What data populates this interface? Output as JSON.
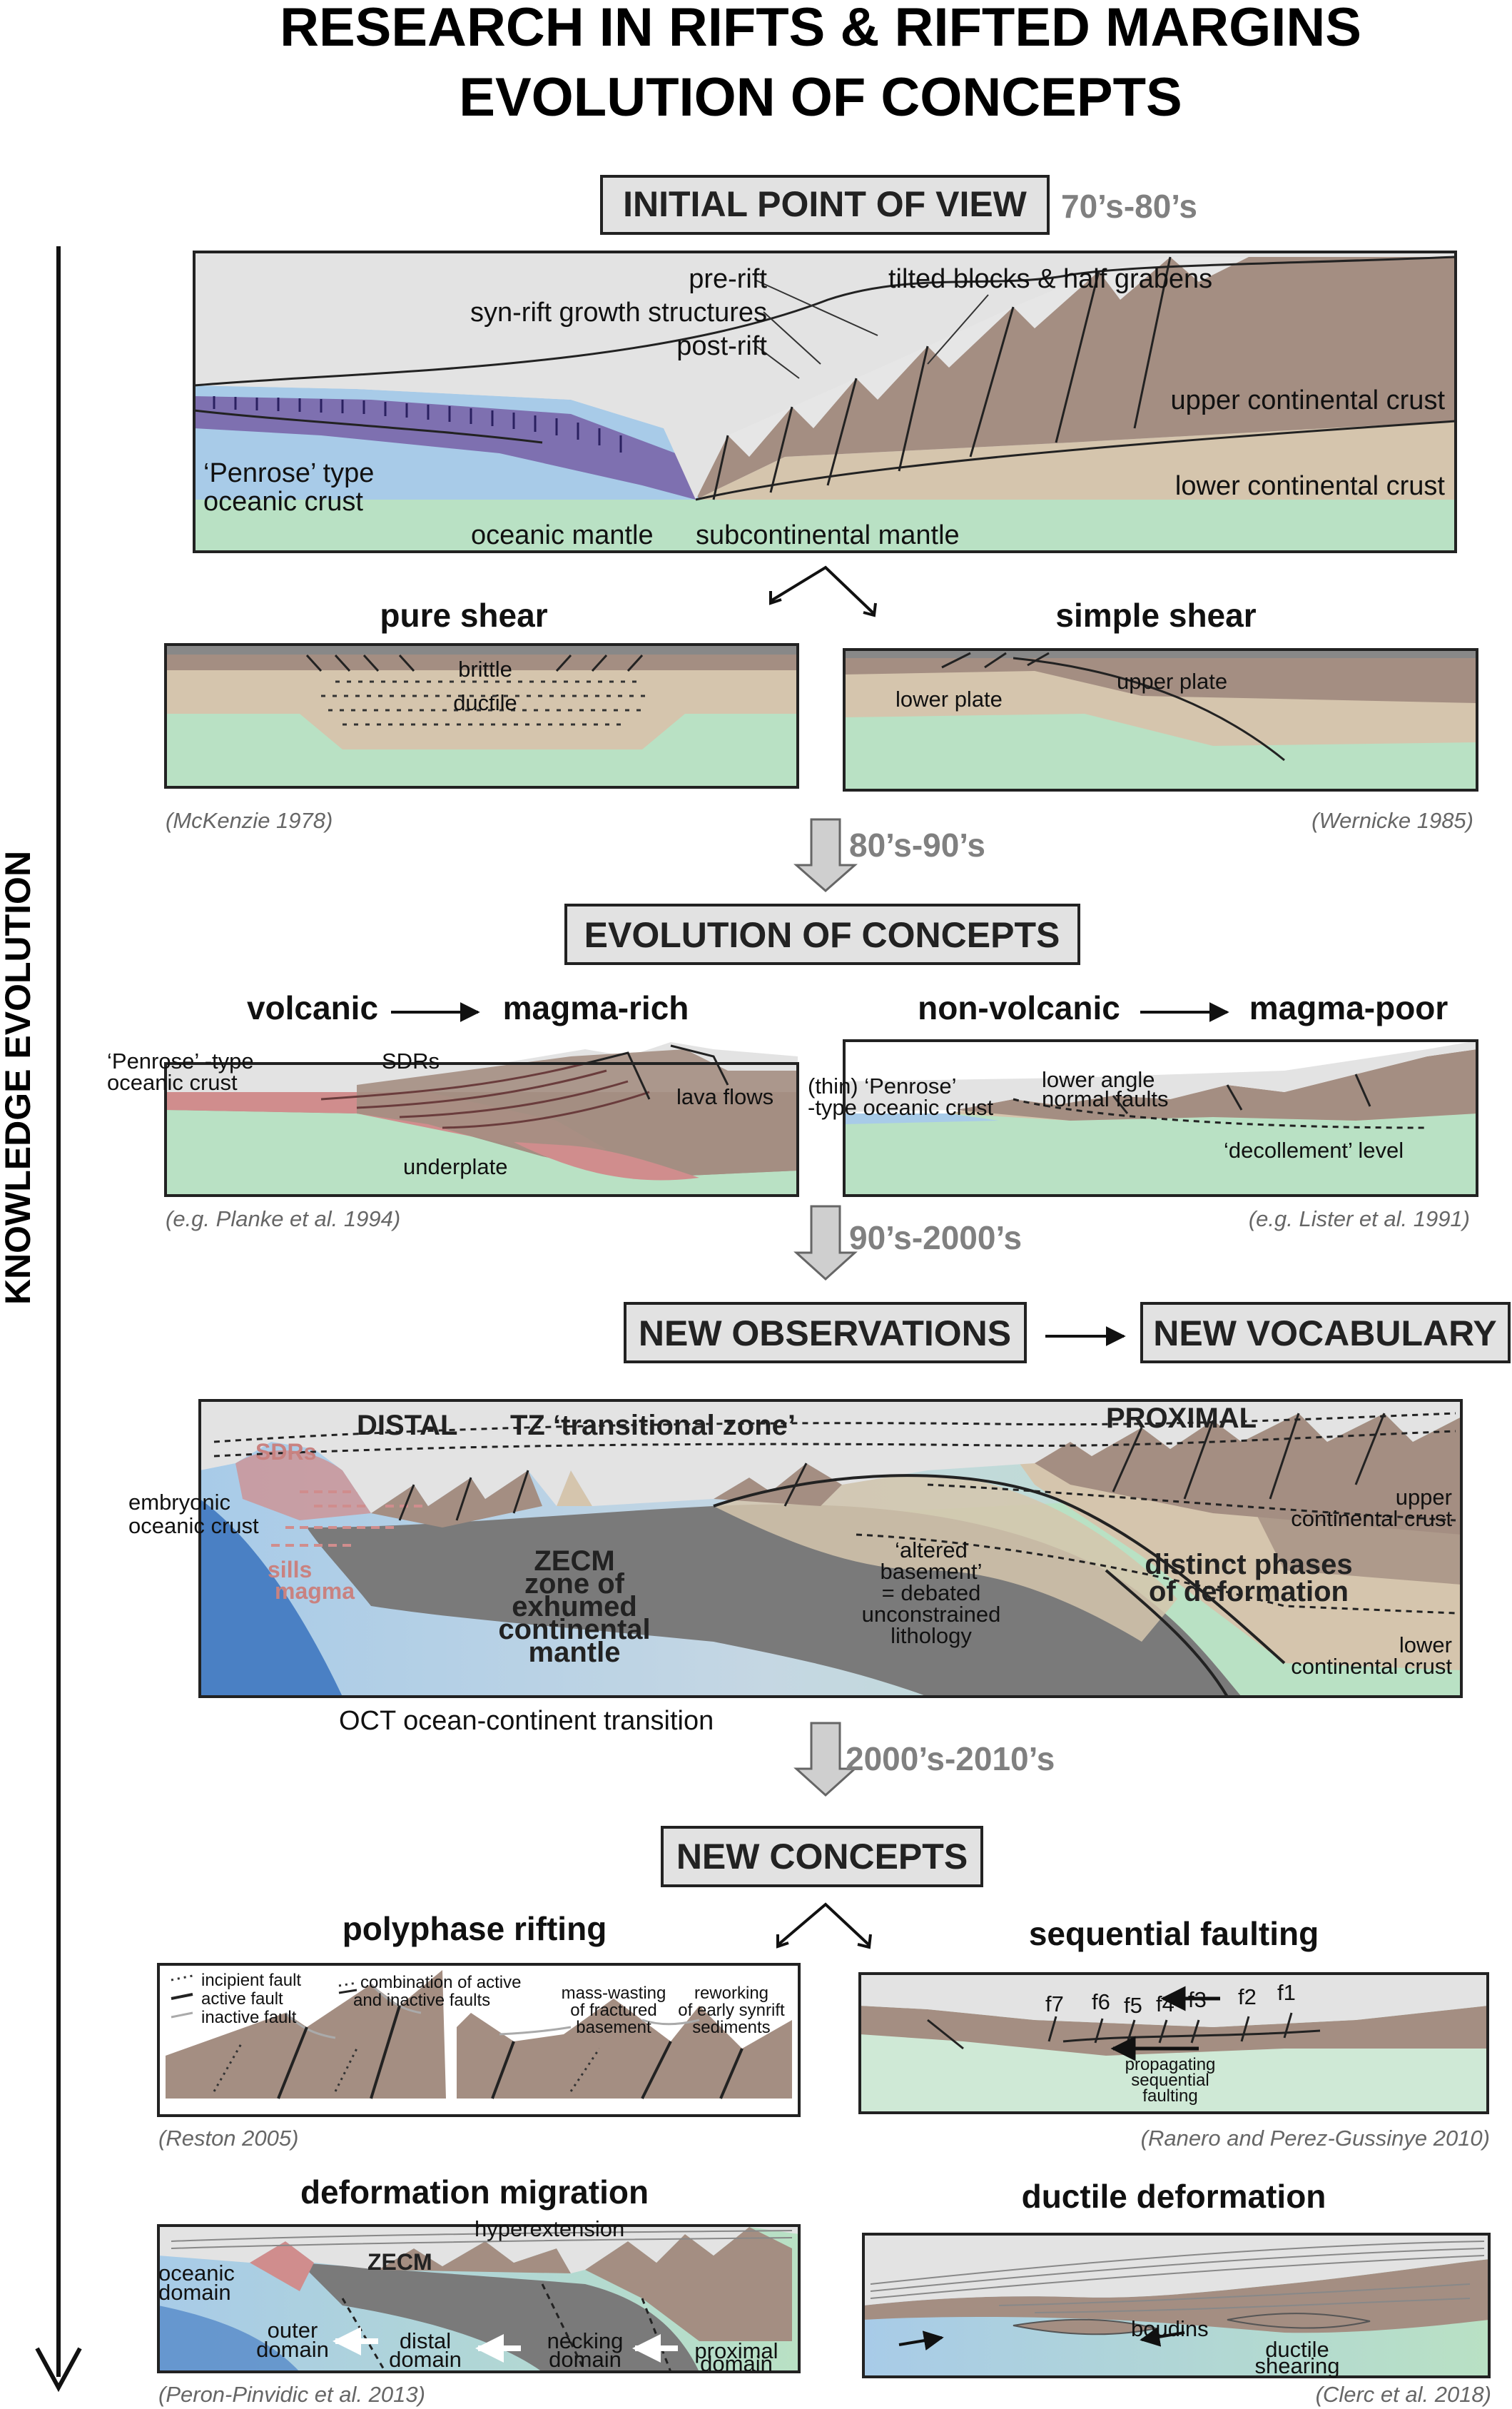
{
  "title_line1": "RESEARCH IN RIFTS & RIFTED MARGINS",
  "title_line2": "EVOLUTION OF CONCEPTS",
  "side_label": "KNOWLEDGE EVOLUTION",
  "colors": {
    "continental_crust": "#a48e82",
    "lower_crust": "#d5c5ad",
    "mantle": "#b9e1c4",
    "oceanic": "#a8cbe8",
    "oceanic_crust": "#7e70b0",
    "sediment": "#e3e3e3",
    "magma": "#d08d8d",
    "exhumed": "#7a7a7a"
  },
  "stage1": {
    "box": "INITIAL POINT OF VIEW",
    "era": "70’s-80’s",
    "labels": {
      "pre_rift": "pre-rift",
      "syn_rift": "syn-rift growth structures",
      "post_rift": "post-rift",
      "tilted": "tilted blocks & half grabens",
      "upper_cc": "upper continental crust",
      "lower_cc": "lower continental crust",
      "penrose1": "‘Penrose’ type",
      "penrose2": "oceanic crust",
      "oceanic_mantle": "oceanic mantle",
      "subcont_mantle": "subcontinental mantle"
    }
  },
  "shear": {
    "pure_title": "pure shear",
    "brittle": "brittle",
    "ductile": "ductile",
    "pure_ref": "(McKenzie 1978)",
    "simple_title": "simple shear",
    "lower_plate": "lower plate",
    "upper_plate": "upper plate",
    "simple_ref": "(Wernicke 1985)"
  },
  "era2": "80’s-90’s",
  "stage2": {
    "box": "EVOLUTION OF CONCEPTS",
    "volcanic": "volcanic",
    "magma_rich": "magma-rich",
    "nonvolcanic": "non-volcanic",
    "magma_poor": "magma-poor",
    "penrose1": "‘Penrose’ -type",
    "penrose2": "oceanic crust",
    "sdrs": "SDRs",
    "lava": "lava flows",
    "underplate": "underplate",
    "thin1": "(thin) ‘Penrose’",
    "thin2": "-type oceanic crust",
    "lower_angle1": "lower angle",
    "lower_angle2": "normal faults",
    "decollement": "‘decollement’ level",
    "ref_left": "(e.g. Planke et al. 1994)",
    "ref_right": "(e.g. Lister et al. 1991)"
  },
  "era3": "90’s-2000’s",
  "stage3": {
    "box_obs": "NEW OBSERVATIONS",
    "box_vocab": "NEW VOCABULARY",
    "distal": "DISTAL",
    "tz": "TZ ‘transitional zone’",
    "proximal": "PROXIMAL",
    "sdrs": "SDRs",
    "embryonic1": "embryonic",
    "embryonic2": "oceanic crust",
    "sills": "sills",
    "magma": "magma",
    "zecm1": "ZECM",
    "zecm2": "zone of",
    "zecm3": "exhumed",
    "zecm4": "continental",
    "zecm5": "mantle",
    "altered1": "‘altered",
    "altered2": "basement’",
    "altered3": "= debated",
    "altered4": "unconstrained",
    "altered5": "lithology",
    "distinct1": "distinct phases",
    "distinct2": "of deformation",
    "upper1": "upper",
    "upper2": "continental crust",
    "lower1": "lower",
    "lower2": "continental crust",
    "oct": "OCT ocean-continent transition"
  },
  "era4": "2000’s-2010’s",
  "stage4": {
    "box": "NEW CONCEPTS",
    "polyphase": "polyphase rifting",
    "incipient": "incipient fault",
    "active": "active fault",
    "inactive": "inactive fault",
    "combination1": "combination of active",
    "combination2": "and inactive faults",
    "mass1": "mass-wasting",
    "mass2": "of fractured",
    "mass3": "basement",
    "rework1": "reworking",
    "rework2": "of early synrift",
    "rework3": "sediments",
    "reston": "(Reston 2005)",
    "sequential": "sequential faulting",
    "faults": [
      "f7",
      "f6",
      "f5",
      "f4",
      "f3",
      "f2",
      "f1"
    ],
    "prop1": "propagating",
    "prop2": "sequential",
    "prop3": "faulting",
    "ranero": "(Ranero and Perez-Gussinye 2010)",
    "migration": "deformation migration",
    "hyperextension": "hyperextension",
    "zecm": "ZECM",
    "oceanic1": "oceanic",
    "oceanic2": "domain",
    "outer1": "outer",
    "outer2": "domain",
    "distal1": "distal",
    "distal2": "domain",
    "necking1": "necking",
    "necking2": "domain",
    "proximal1": "proximal",
    "proximal2": "domain",
    "peron": "(Peron-Pinvidic et al. 2013)",
    "ductile_title": "ductile deformation",
    "boudins": "boudins",
    "ductile1": "ductile",
    "ductile2": "shearing",
    "clerc": "(Clerc et al. 2018)"
  }
}
